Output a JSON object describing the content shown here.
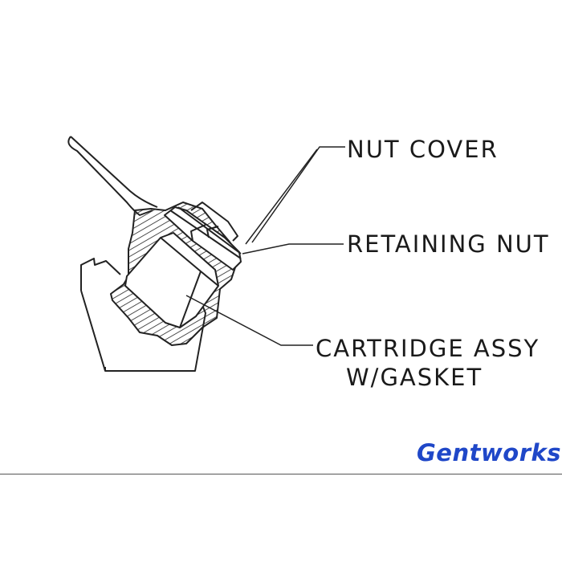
{
  "labels": {
    "nut_cover": "NUT COVER",
    "retaining_nut": "RETAINING NUT",
    "cartridge_line1": "CARTRIDGE ASSY",
    "cartridge_line2": "W/GASKET"
  },
  "brand": {
    "name": "Gentworks",
    "color": "#1f47c8"
  }
}
